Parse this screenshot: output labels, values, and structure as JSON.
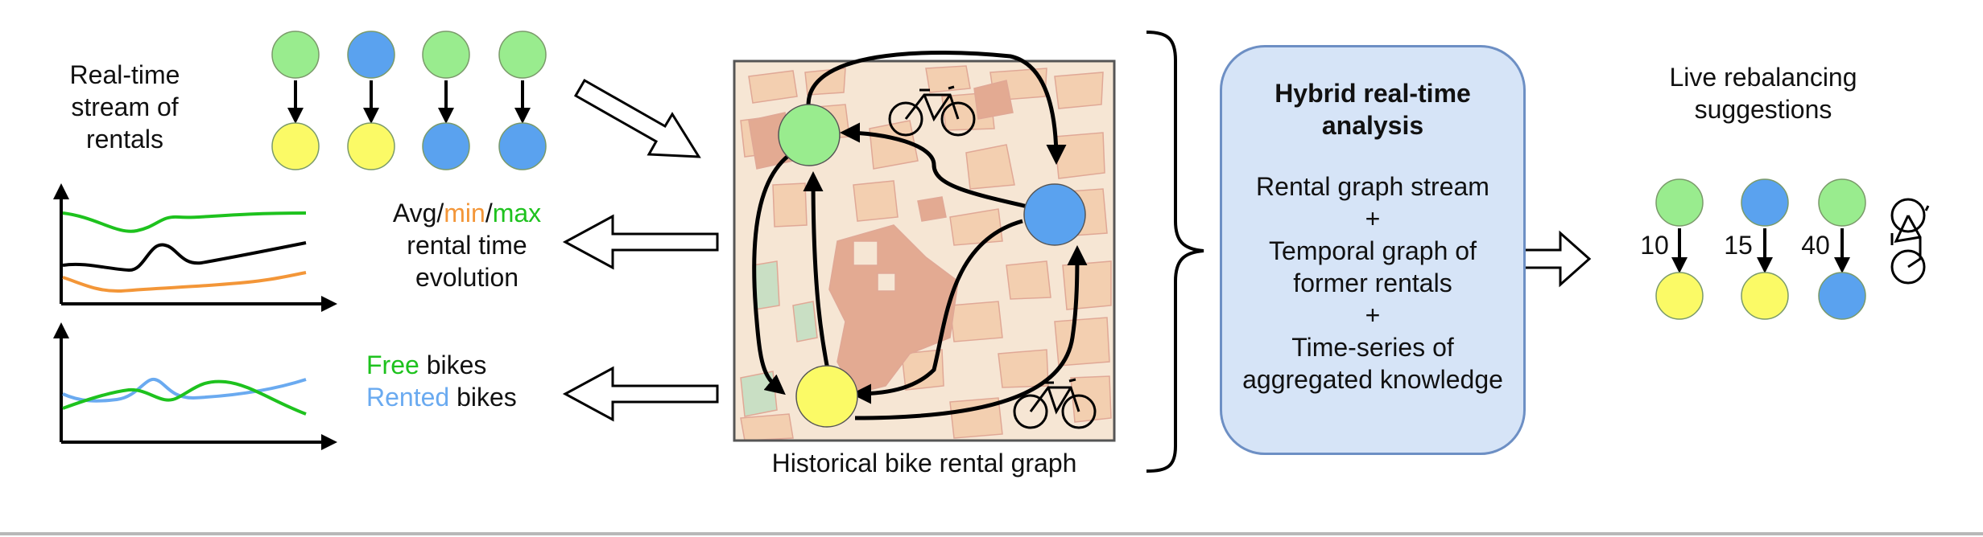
{
  "stream_label": [
    "Real-time",
    "stream of",
    "rentals"
  ],
  "rental_time_label": {
    "avg": "Avg/",
    "min": "min",
    "slash": "/",
    "max": "max",
    "line2": "rental time",
    "line3": "evolution"
  },
  "bikes_legend": {
    "free": "Free",
    "rented": "Rented",
    "suffix": " bikes"
  },
  "map_caption": "Historical bike rental graph",
  "analysis": {
    "title": [
      "Hybrid real-time",
      "analysis"
    ],
    "items": [
      "Rental graph stream",
      "+",
      "Temporal graph of",
      "former rentals",
      "+",
      "Time-series of",
      "aggregated knowledge"
    ]
  },
  "suggestions": {
    "title": [
      "Live rebalancing",
      "suggestions"
    ],
    "counts": [
      "10",
      "15",
      "40"
    ]
  },
  "colors": {
    "station_green": "#99ec8e",
    "station_blue": "#5aa2ef",
    "station_yellow": "#fbfa66",
    "free_bikes": "#1ec21e",
    "rented_bikes": "#6aaaf0",
    "min_series": "#f39638",
    "max_series": "#1ec21e",
    "panel_fill": "#d6e4f7"
  }
}
